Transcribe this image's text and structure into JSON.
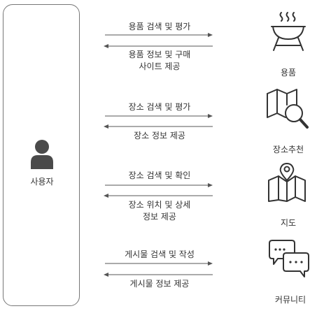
{
  "user": {
    "label": "사용자"
  },
  "rows": [
    {
      "request": "용품 검색 및 평가",
      "response_line1": "용품 정보 및 구매",
      "response_line2": "사이트 제공",
      "service": "용품",
      "icon": "grill-icon"
    },
    {
      "request": "장소 검색 및 평가",
      "response_line1": "장소 정보 제공",
      "service": "장소추천",
      "icon": "map-search-icon"
    },
    {
      "request": "장소 검색 및 확인",
      "response_line1": "장소 위치 및 상세",
      "response_line2": "정보 제공",
      "service": "지도",
      "icon": "map-pin-icon"
    },
    {
      "request": "게시물 검색 및 작성",
      "response_line1": "게시물 정보 제공",
      "service": "커뮤니티",
      "icon": "chat-bubbles-icon"
    }
  ],
  "colors": {
    "line": "#555555",
    "icon": "#333333",
    "user_icon": "#4a4a4a"
  }
}
